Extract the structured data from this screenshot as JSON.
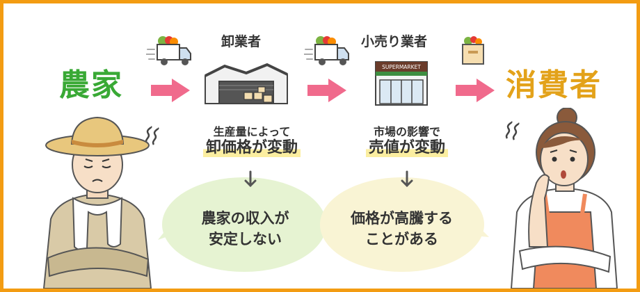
{
  "title": "",
  "farmer_label": "農家",
  "wholesaler_label": "卸業者",
  "retailer_label": "小売り業者",
  "consumer_label": "消費者",
  "supermarket_sign": "SUPERMARKET",
  "cause_wholesale": {
    "line1": "生産量によって",
    "line2": "卸価格が変動"
  },
  "cause_retail": {
    "line1": "市場の影響で",
    "line2": "売値が変動"
  },
  "effect_farmer": {
    "line1": "農家の収入が",
    "line2": "安定しない"
  },
  "effect_consumer": {
    "line1": "価格が高騰する",
    "line2": "ことがある"
  },
  "colors": {
    "frame": "#f39c12",
    "farmer_text": "#39a935",
    "consumer_text": "#e3a21a",
    "flow_arrow": "#f06a8c",
    "bubble_left": "#e6f3d2",
    "bubble_right": "#f9f4d4",
    "highlight": "#fbeea0"
  },
  "icons": [
    "truck-icon",
    "warehouse-icon",
    "supermarket-icon",
    "grocery-box-icon",
    "down-arrow-icon",
    "worry-squiggle-icon"
  ]
}
